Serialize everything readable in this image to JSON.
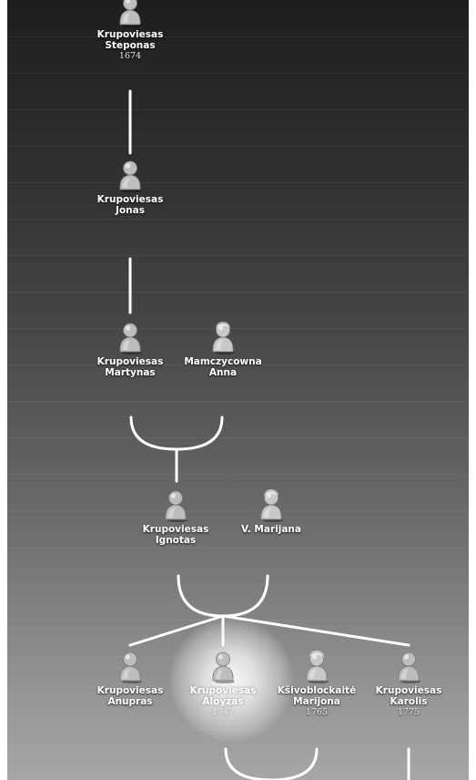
{
  "tree": {
    "people": [
      {
        "id": "steponas",
        "surname": "Krupoviesas",
        "given": "Steponas",
        "year": "1674",
        "gender": "male"
      },
      {
        "id": "jonas",
        "surname": "Krupoviesas",
        "given": "Jonas",
        "year": "",
        "gender": "male"
      },
      {
        "id": "martynas",
        "surname": "Krupoviesas",
        "given": "Martynas",
        "year": "",
        "gender": "male"
      },
      {
        "id": "anna",
        "surname": "Mamczycowna",
        "given": "Anna",
        "year": "",
        "gender": "female"
      },
      {
        "id": "ignotas",
        "surname": "Krupoviesas",
        "given": "Ignotas",
        "year": "",
        "gender": "male"
      },
      {
        "id": "marijana",
        "surname": "V. Marijana",
        "given": "",
        "year": "",
        "gender": "female"
      },
      {
        "id": "anupras",
        "surname": "Krupoviesas",
        "given": "Anupras",
        "year": "",
        "gender": "male"
      },
      {
        "id": "aloyzas",
        "surname": "Krupoviesas",
        "given": "Aloyzas",
        "year": "1747",
        "gender": "male",
        "selected": true
      },
      {
        "id": "kasivoblockaite",
        "surname": "Kšivoblockaitė",
        "given": "Marijona",
        "year": "1765",
        "gender": "female"
      },
      {
        "id": "karolis",
        "surname": "Krupoviesas",
        "given": "Karolis",
        "year": "1775",
        "gender": "male"
      }
    ]
  },
  "colors": {
    "connector": "#ffffff",
    "avatar_male": "#bdbdbd",
    "avatar_female": "#c8c8c8",
    "label": "#ffffff"
  }
}
